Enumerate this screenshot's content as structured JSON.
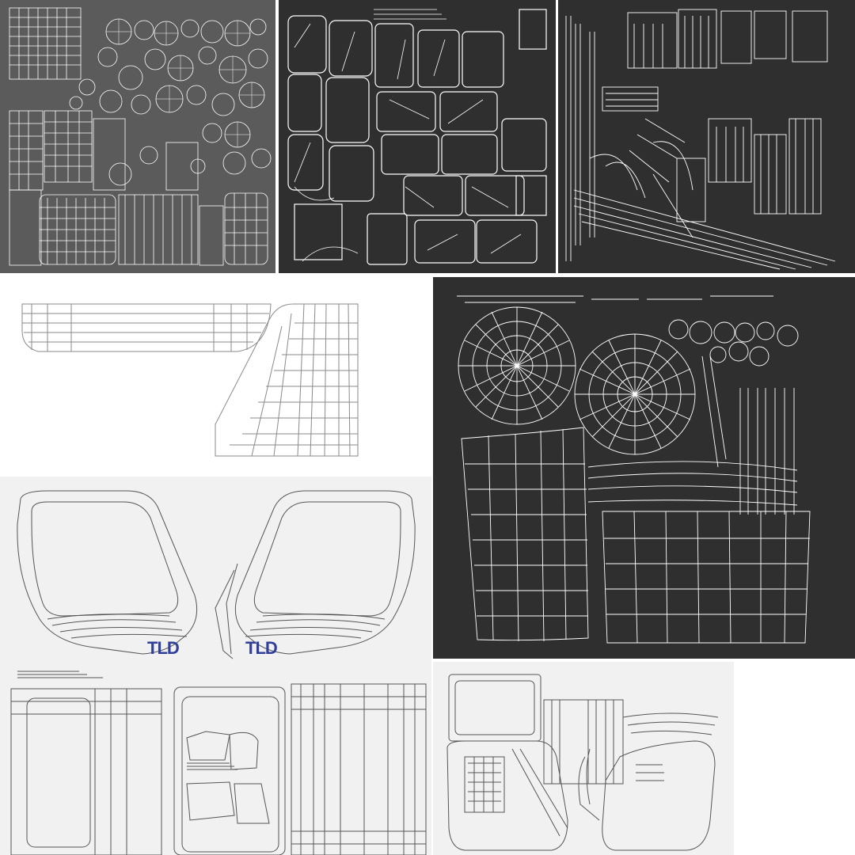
{
  "panels": [
    {
      "id": "uv-sheet-parts-grey",
      "theme": "dark-grey"
    },
    {
      "id": "uv-sheet-cab-panels",
      "theme": "dark"
    },
    {
      "id": "uv-sheet-frame-parts",
      "theme": "dark"
    },
    {
      "id": "uv-sheet-side-body",
      "theme": "light"
    },
    {
      "id": "uv-sheet-wheels-glass",
      "theme": "dark"
    },
    {
      "id": "uv-sheet-doors",
      "theme": "light-textured"
    },
    {
      "id": "uv-sheet-interior",
      "theme": "light-textured"
    }
  ],
  "doors": {
    "left_logo": "TLD",
    "right_logo": "TLD"
  },
  "colors": {
    "wire_light": "#ffffff",
    "wire_dark": "#555555",
    "bg_grey": "#5b5b5b",
    "bg_dark": "#2f2f2f",
    "bg_light": "#f1f1f1",
    "logo": "#2f3f9a"
  }
}
